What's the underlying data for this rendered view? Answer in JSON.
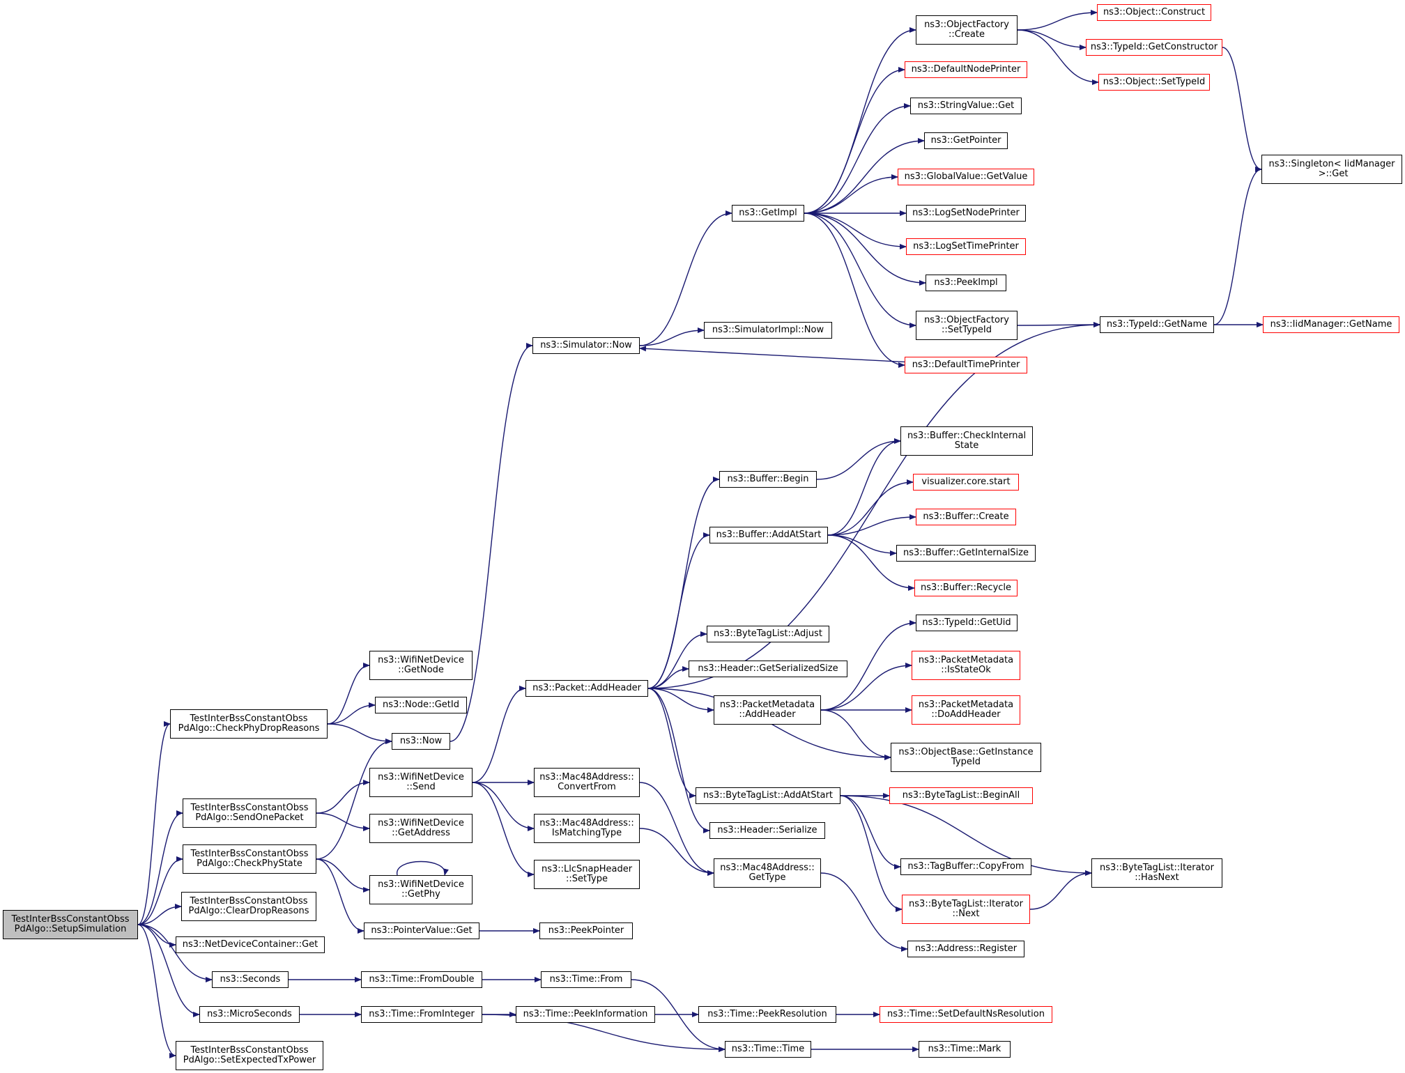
{
  "colors": {
    "edge": "#191970",
    "border": "#000000",
    "external_border": "#ff0000",
    "root_fill": "#bfbfbf"
  },
  "nodes": {
    "setup_simulation": {
      "label": "TestInterBssConstantObss\nPdAlgo::SetupSimulation",
      "kind": "root"
    },
    "check_phy_drop_reasons": {
      "label": "TestInterBssConstantObss\nPdAlgo::CheckPhyDropReasons",
      "kind": "normal"
    },
    "send_one_packet": {
      "label": "TestInterBssConstantObss\nPdAlgo::SendOnePacket",
      "kind": "normal"
    },
    "check_phy_state": {
      "label": "TestInterBssConstantObss\nPdAlgo::CheckPhyState",
      "kind": "normal"
    },
    "clear_drop_reasons": {
      "label": "TestInterBssConstantObss\nPdAlgo::ClearDropReasons",
      "kind": "normal"
    },
    "netdevicecontainer_get": {
      "label": "ns3::NetDeviceContainer::Get",
      "kind": "normal"
    },
    "seconds": {
      "label": "ns3::Seconds",
      "kind": "normal"
    },
    "microseconds": {
      "label": "ns3::MicroSeconds",
      "kind": "normal"
    },
    "set_expected_tx_power": {
      "label": "TestInterBssConstantObss\nPdAlgo::SetExpectedTxPower",
      "kind": "normal"
    },
    "wifinetdevice_getnode": {
      "label": "ns3::WifiNetDevice\n::GetNode",
      "kind": "normal"
    },
    "node_getid": {
      "label": "ns3::Node::GetId",
      "kind": "normal"
    },
    "ns3_now": {
      "label": "ns3::Now",
      "kind": "normal"
    },
    "wifinetdevice_send": {
      "label": "ns3::WifiNetDevice\n::Send",
      "kind": "normal"
    },
    "wifinetdevice_getaddress": {
      "label": "ns3::WifiNetDevice\n::GetAddress",
      "kind": "normal"
    },
    "wifinetdevice_getphy": {
      "label": "ns3::WifiNetDevice\n::GetPhy",
      "kind": "normal"
    },
    "pointervalue_get": {
      "label": "ns3::PointerValue::Get",
      "kind": "normal"
    },
    "time_fromdouble": {
      "label": "ns3::Time::FromDouble",
      "kind": "normal"
    },
    "time_frominteger": {
      "label": "ns3::Time::FromInteger",
      "kind": "normal"
    },
    "simulator_now": {
      "label": "ns3::Simulator::Now",
      "kind": "normal"
    },
    "packet_addheader": {
      "label": "ns3::Packet::AddHeader",
      "kind": "normal"
    },
    "mac48_convertfrom": {
      "label": "ns3::Mac48Address::\nConvertFrom",
      "kind": "normal"
    },
    "mac48_ismatchingtype": {
      "label": "ns3::Mac48Address::\nIsMatchingType",
      "kind": "normal"
    },
    "llcsnap_settype": {
      "label": "ns3::LlcSnapHeader\n::SetType",
      "kind": "normal"
    },
    "peekpointer": {
      "label": "ns3::PeekPointer",
      "kind": "normal"
    },
    "time_from": {
      "label": "ns3::Time::From",
      "kind": "normal"
    },
    "time_peekinformation": {
      "label": "ns3::Time::PeekInformation",
      "kind": "normal"
    },
    "getimpl": {
      "label": "ns3::GetImpl",
      "kind": "normal"
    },
    "simulatorimpl_now": {
      "label": "ns3::SimulatorImpl::Now",
      "kind": "normal"
    },
    "buffer_begin": {
      "label": "ns3::Buffer::Begin",
      "kind": "normal"
    },
    "buffer_addatstart": {
      "label": "ns3::Buffer::AddAtStart",
      "kind": "normal"
    },
    "bytetaglist_adjust": {
      "label": "ns3::ByteTagList::Adjust",
      "kind": "normal"
    },
    "header_getserializedsize": {
      "label": "ns3::Header::GetSerializedSize",
      "kind": "normal"
    },
    "packetmetadata_addheader": {
      "label": "ns3::PacketMetadata\n::AddHeader",
      "kind": "normal"
    },
    "bytetaglist_addatstart": {
      "label": "ns3::ByteTagList::AddAtStart",
      "kind": "normal"
    },
    "header_serialize": {
      "label": "ns3::Header::Serialize",
      "kind": "normal"
    },
    "mac48_gettype": {
      "label": "ns3::Mac48Address::\nGetType",
      "kind": "normal"
    },
    "time_peekresolution": {
      "label": "ns3::Time::PeekResolution",
      "kind": "normal"
    },
    "time_time": {
      "label": "ns3::Time::Time",
      "kind": "normal"
    },
    "objectfactory_create": {
      "label": "ns3::ObjectFactory\n::Create",
      "kind": "normal"
    },
    "defaultnodeprinter": {
      "label": "ns3::DefaultNodePrinter",
      "kind": "external"
    },
    "stringvalue_get": {
      "label": "ns3::StringValue::Get",
      "kind": "normal"
    },
    "getpointer": {
      "label": "ns3::GetPointer",
      "kind": "normal"
    },
    "globalvalue_getvalue": {
      "label": "ns3::GlobalValue::GetValue",
      "kind": "external"
    },
    "logsetnodeprinter": {
      "label": "ns3::LogSetNodePrinter",
      "kind": "normal"
    },
    "logsettimeprinter": {
      "label": "ns3::LogSetTimePrinter",
      "kind": "external"
    },
    "peekimpl": {
      "label": "ns3::PeekImpl",
      "kind": "normal"
    },
    "objectfactory_settypeid": {
      "label": "ns3::ObjectFactory\n::SetTypeId",
      "kind": "normal"
    },
    "defaulttimeprinter": {
      "label": "ns3::DefaultTimePrinter",
      "kind": "external"
    },
    "buffer_checkinternalstate": {
      "label": "ns3::Buffer::CheckInternal\nState",
      "kind": "normal"
    },
    "visualizer_core_start": {
      "label": "visualizer.core.start",
      "kind": "external"
    },
    "buffer_create": {
      "label": "ns3::Buffer::Create",
      "kind": "external"
    },
    "buffer_getinternalsize": {
      "label": "ns3::Buffer::GetInternalSize",
      "kind": "normal"
    },
    "buffer_recycle": {
      "label": "ns3::Buffer::Recycle",
      "kind": "external"
    },
    "typeid_getuid": {
      "label": "ns3::TypeId::GetUid",
      "kind": "normal"
    },
    "packetmetadata_isstateok": {
      "label": "ns3::PacketMetadata\n::IsStateOk",
      "kind": "external"
    },
    "packetmetadata_doaddheader": {
      "label": "ns3::PacketMetadata\n::DoAddHeader",
      "kind": "external"
    },
    "objectbase_getinstancetypeid": {
      "label": "ns3::ObjectBase::GetInstance\nTypeId",
      "kind": "normal"
    },
    "bytetaglist_beginall": {
      "label": "ns3::ByteTagList::BeginAll",
      "kind": "external"
    },
    "tagbuffer_copyfrom": {
      "label": "ns3::TagBuffer::CopyFrom",
      "kind": "normal"
    },
    "bytetaglist_iterator_next": {
      "label": "ns3::ByteTagList::Iterator\n::Next",
      "kind": "external"
    },
    "address_register": {
      "label": "ns3::Address::Register",
      "kind": "normal"
    },
    "time_setdefaultnsresolution": {
      "label": "ns3::Time::SetDefaultNsResolution",
      "kind": "external"
    },
    "time_mark": {
      "label": "ns3::Time::Mark",
      "kind": "normal"
    },
    "object_construct": {
      "label": "ns3::Object::Construct",
      "kind": "external"
    },
    "typeid_getconstructor": {
      "label": "ns3::TypeId::GetConstructor",
      "kind": "external"
    },
    "object_settypeid": {
      "label": "ns3::Object::SetTypeId",
      "kind": "external"
    },
    "typeid_getname": {
      "label": "ns3::TypeId::GetName",
      "kind": "normal"
    },
    "bytetaglist_iterator_hasnext": {
      "label": "ns3::ByteTagList::Iterator\n::HasNext",
      "kind": "normal"
    },
    "singleton_iidmanager_get": {
      "label": "ns3::Singleton< IidManager\n >::Get",
      "kind": "normal"
    },
    "iidmanager_getname": {
      "label": "ns3::IidManager::GetName",
      "kind": "external"
    }
  },
  "edges": [
    [
      "setup_simulation",
      "check_phy_drop_reasons"
    ],
    [
      "setup_simulation",
      "send_one_packet"
    ],
    [
      "setup_simulation",
      "check_phy_state"
    ],
    [
      "setup_simulation",
      "clear_drop_reasons"
    ],
    [
      "setup_simulation",
      "netdevicecontainer_get"
    ],
    [
      "setup_simulation",
      "seconds"
    ],
    [
      "setup_simulation",
      "microseconds"
    ],
    [
      "setup_simulation",
      "set_expected_tx_power"
    ],
    [
      "check_phy_drop_reasons",
      "wifinetdevice_getnode"
    ],
    [
      "check_phy_drop_reasons",
      "node_getid"
    ],
    [
      "check_phy_drop_reasons",
      "ns3_now"
    ],
    [
      "send_one_packet",
      "wifinetdevice_send"
    ],
    [
      "send_one_packet",
      "wifinetdevice_getaddress"
    ],
    [
      "check_phy_state",
      "ns3_now"
    ],
    [
      "check_phy_state",
      "wifinetdevice_getphy"
    ],
    [
      "check_phy_state",
      "pointervalue_get"
    ],
    [
      "wifinetdevice_getphy",
      "wifinetdevice_getphy"
    ],
    [
      "seconds",
      "time_fromdouble"
    ],
    [
      "microseconds",
      "time_frominteger"
    ],
    [
      "ns3_now",
      "simulator_now"
    ],
    [
      "wifinetdevice_send",
      "packet_addheader"
    ],
    [
      "wifinetdevice_send",
      "mac48_convertfrom"
    ],
    [
      "wifinetdevice_send",
      "mac48_ismatchingtype"
    ],
    [
      "wifinetdevice_send",
      "llcsnap_settype"
    ],
    [
      "pointervalue_get",
      "peekpointer"
    ],
    [
      "time_fromdouble",
      "time_from"
    ],
    [
      "time_frominteger",
      "time_peekinformation"
    ],
    [
      "time_frominteger",
      "time_time"
    ],
    [
      "simulator_now",
      "getimpl"
    ],
    [
      "simulator_now",
      "simulatorimpl_now"
    ],
    [
      "packet_addheader",
      "typeid_getname"
    ],
    [
      "packet_addheader",
      "buffer_begin"
    ],
    [
      "packet_addheader",
      "buffer_addatstart"
    ],
    [
      "packet_addheader",
      "bytetaglist_adjust"
    ],
    [
      "packet_addheader",
      "header_getserializedsize"
    ],
    [
      "packet_addheader",
      "packetmetadata_addheader"
    ],
    [
      "packet_addheader",
      "objectbase_getinstancetypeid"
    ],
    [
      "packet_addheader",
      "bytetaglist_addatstart"
    ],
    [
      "packet_addheader",
      "header_serialize"
    ],
    [
      "mac48_convertfrom",
      "mac48_gettype"
    ],
    [
      "mac48_ismatchingtype",
      "mac48_gettype"
    ],
    [
      "time_from",
      "time_time"
    ],
    [
      "time_peekinformation",
      "time_peekresolution"
    ],
    [
      "getimpl",
      "objectfactory_create"
    ],
    [
      "getimpl",
      "defaultnodeprinter"
    ],
    [
      "getimpl",
      "stringvalue_get"
    ],
    [
      "getimpl",
      "getpointer"
    ],
    [
      "getimpl",
      "globalvalue_getvalue"
    ],
    [
      "getimpl",
      "logsetnodeprinter"
    ],
    [
      "getimpl",
      "logsettimeprinter"
    ],
    [
      "getimpl",
      "peekimpl"
    ],
    [
      "getimpl",
      "objectfactory_settypeid"
    ],
    [
      "getimpl",
      "defaulttimeprinter"
    ],
    [
      "defaulttimeprinter",
      "simulator_now"
    ],
    [
      "buffer_begin",
      "buffer_checkinternalstate"
    ],
    [
      "buffer_addatstart",
      "buffer_checkinternalstate"
    ],
    [
      "buffer_addatstart",
      "visualizer_core_start"
    ],
    [
      "buffer_addatstart",
      "buffer_create"
    ],
    [
      "buffer_addatstart",
      "buffer_getinternalsize"
    ],
    [
      "buffer_addatstart",
      "buffer_recycle"
    ],
    [
      "packetmetadata_addheader",
      "typeid_getuid"
    ],
    [
      "packetmetadata_addheader",
      "packetmetadata_isstateok"
    ],
    [
      "packetmetadata_addheader",
      "packetmetadata_doaddheader"
    ],
    [
      "packetmetadata_addheader",
      "objectbase_getinstancetypeid"
    ],
    [
      "bytetaglist_addatstart",
      "bytetaglist_beginall"
    ],
    [
      "bytetaglist_addatstart",
      "tagbuffer_copyfrom"
    ],
    [
      "bytetaglist_addatstart",
      "bytetaglist_iterator_next"
    ],
    [
      "bytetaglist_addatstart",
      "bytetaglist_iterator_hasnext"
    ],
    [
      "bytetaglist_iterator_next",
      "bytetaglist_iterator_hasnext"
    ],
    [
      "mac48_gettype",
      "address_register"
    ],
    [
      "time_peekresolution",
      "time_setdefaultnsresolution"
    ],
    [
      "time_time",
      "time_mark"
    ],
    [
      "objectfactory_create",
      "object_construct"
    ],
    [
      "objectfactory_create",
      "typeid_getconstructor"
    ],
    [
      "objectfactory_create",
      "object_settypeid"
    ],
    [
      "typeid_getconstructor",
      "singleton_iidmanager_get"
    ],
    [
      "objectfactory_settypeid",
      "typeid_getname"
    ],
    [
      "typeid_getname",
      "singleton_iidmanager_get"
    ],
    [
      "typeid_getname",
      "iidmanager_getname"
    ]
  ]
}
